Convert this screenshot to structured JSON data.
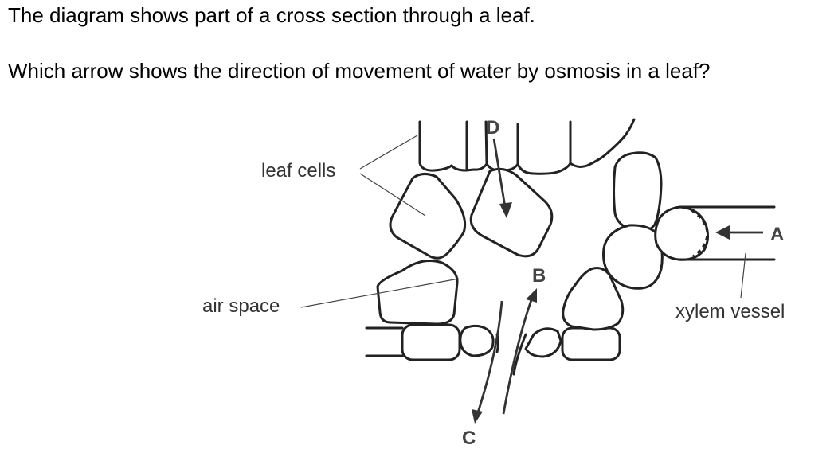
{
  "question": {
    "intro": "The diagram shows part of a cross section through a leaf.",
    "prompt": "Which arrow shows the direction of movement of water by osmosis in a leaf?"
  },
  "diagram": {
    "labels": {
      "leaf_cells": "leaf cells",
      "air_space": "air space",
      "xylem_vessel": "xylem vessel"
    },
    "arrows": [
      "A",
      "B",
      "C",
      "D"
    ]
  }
}
